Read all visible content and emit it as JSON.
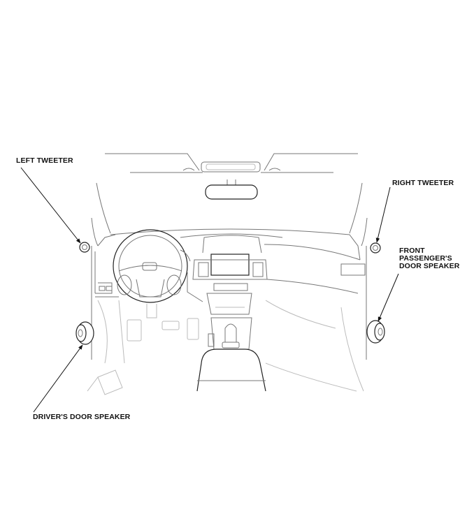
{
  "labels": {
    "left_tweeter": "LEFT TWEETER",
    "right_tweeter": "RIGHT TWEETER",
    "front_passenger_line1": "FRONT",
    "front_passenger_line2": "PASSENGER'S",
    "front_passenger_line3": "DOOR SPEAKER",
    "drivers_door": "DRIVER'S DOOR SPEAKER"
  },
  "colors": {
    "line": "#222222",
    "line_light": "#bbbbbb",
    "background": "#ffffff"
  }
}
